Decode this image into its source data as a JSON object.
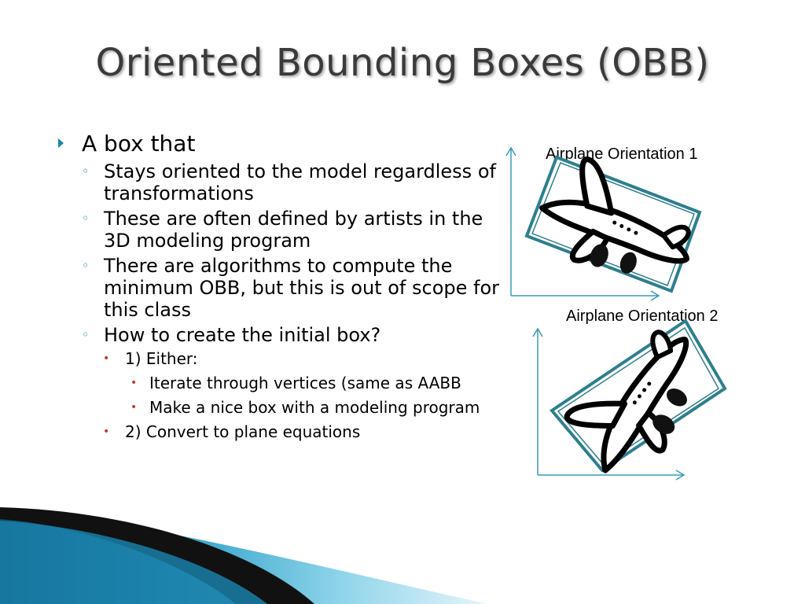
{
  "slide": {
    "title": "Oriented Bounding Boxes (OBB)",
    "bullets": {
      "b1": "A box that",
      "b2a": "Stays oriented to the model regardless of transformations",
      "b2b": "These are often defined by artists in the 3D modeling program",
      "b2c": "There are algorithms to compute the minimum OBB, but this is out of scope for this class",
      "b2d": "How to create the initial box?",
      "b3a": "1) Either:",
      "b4a": "Iterate through vertices (same as AABB",
      "b4b": "Make a nice box with a modeling program",
      "b3b": "2) Convert to plane equations"
    },
    "figures": {
      "caption1": "Airplane Orientation 1",
      "caption2": "Airplane Orientation 2"
    },
    "colors": {
      "accent": "#1c86ad",
      "box_stroke": "#2e7f8f",
      "decor_dark": "#0d4f6b",
      "decor_light": "#5fc0e0"
    }
  }
}
